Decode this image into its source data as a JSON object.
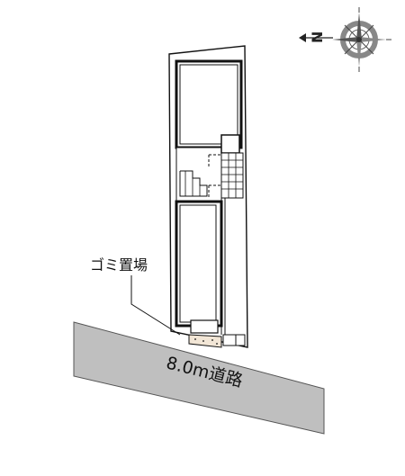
{
  "compass": {
    "north_letter": "N",
    "icon": "north-arrow-compass-rose"
  },
  "road": {
    "label": "8.0m道路",
    "color": "#bfbfbf"
  },
  "callout": {
    "label": "ゴミ置場"
  },
  "colors": {
    "road_fill": "#bfbfbf",
    "line": "#1a1a1a",
    "garbage_area_fill": "#f2e6d6",
    "stair_grid_fill": "#ffffff"
  }
}
